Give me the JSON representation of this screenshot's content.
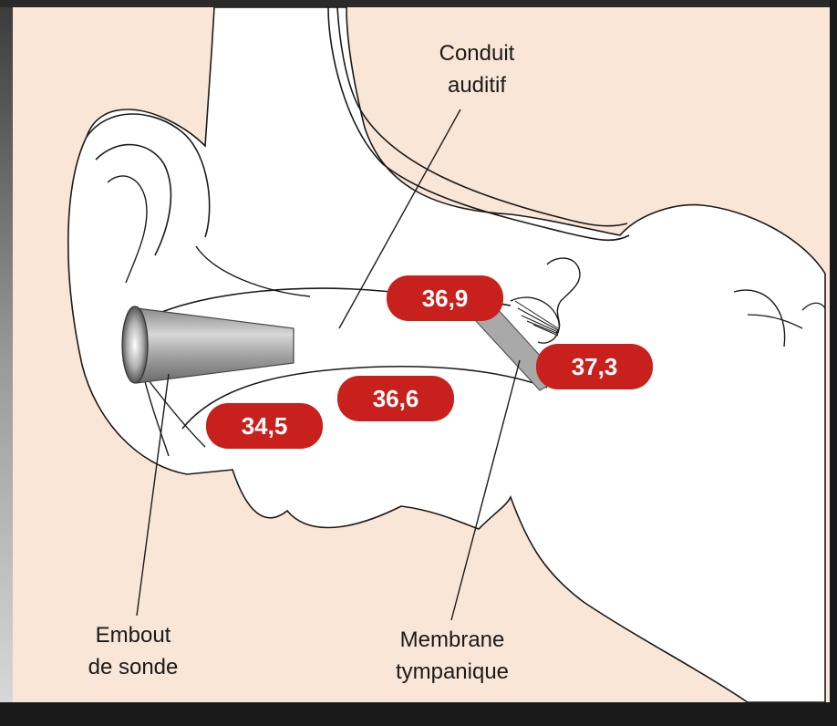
{
  "labels": {
    "ear_canal": [
      "Conduit",
      "auditif"
    ],
    "probe_tip": [
      "Embout",
      "de sonde"
    ],
    "eardrum": [
      "Membrane",
      "tympanique"
    ]
  },
  "temperatures": {
    "t1": "36,9",
    "t2": "37,3",
    "t3": "36,6",
    "t4": "34,5"
  },
  "colors": {
    "background": "#fae6d6",
    "badge": "#c8201c",
    "line": "#1a1a1a",
    "ear_fill": "#ffffff"
  }
}
